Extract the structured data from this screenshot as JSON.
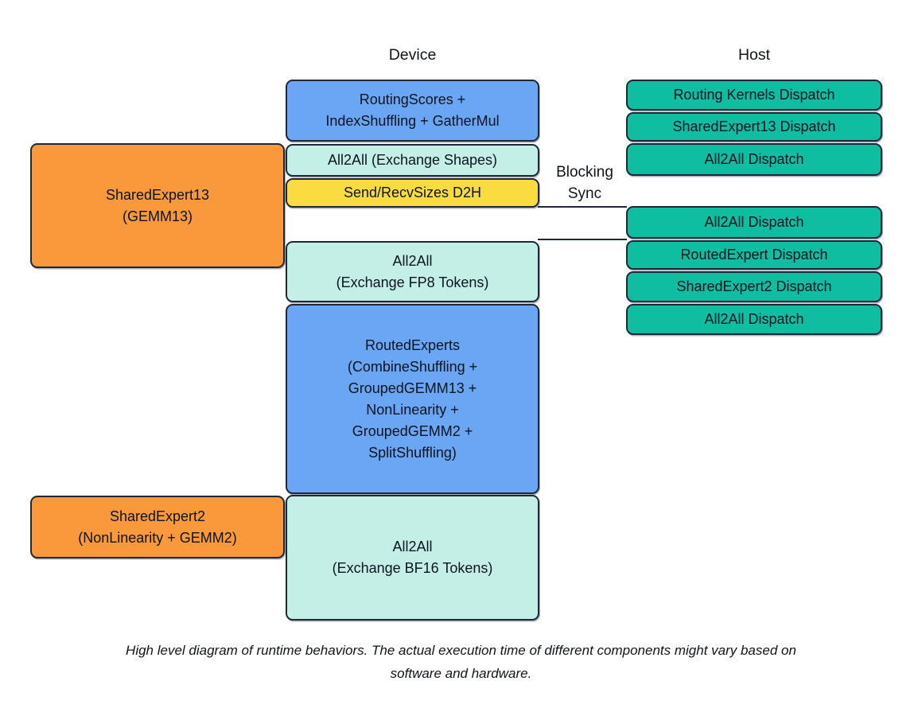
{
  "columns": {
    "device_label": "Device",
    "host_label": "Host"
  },
  "left_boxes": [
    {
      "label": "SharedExpert13\n(GEMM13)",
      "color": "#F9993B"
    },
    {
      "label": "SharedExpert2\n(NonLinearity + GEMM2)",
      "color": "#F9993B"
    }
  ],
  "device_boxes": [
    {
      "label": "RoutingScores +\nIndexShuffling + GatherMul",
      "color": "#6BA6F5"
    },
    {
      "label": "All2All (Exchange Shapes)",
      "color": "#C3EFE7"
    },
    {
      "label": "Send/RecvSizes D2H",
      "color": "#FBDC40"
    },
    {
      "label": "All2All\n(Exchange FP8 Tokens)",
      "color": "#C3EFE7"
    },
    {
      "label": "RoutedExperts\n(CombineShuffling +\nGroupedGEMM13 +\nNonLinearity +\nGroupedGEMM2 +\nSplitShuffling)",
      "color": "#6BA6F5"
    },
    {
      "label": "All2All\n(Exchange BF16 Tokens)",
      "color": "#C3EFE7"
    }
  ],
  "host_boxes": [
    {
      "label": "Routing Kernels Dispatch",
      "color": "#0FBDA1"
    },
    {
      "label": "SharedExpert13 Dispatch",
      "color": "#0FBDA1"
    },
    {
      "label": "All2All Dispatch",
      "color": "#0FBDA1"
    },
    {
      "label": "All2All Dispatch",
      "color": "#0FBDA1"
    },
    {
      "label": "RoutedExpert Dispatch",
      "color": "#0FBDA1"
    },
    {
      "label": "SharedExpert2 Dispatch",
      "color": "#0FBDA1"
    },
    {
      "label": "All2All Dispatch",
      "color": "#0FBDA1"
    }
  ],
  "annotations": {
    "blocking_sync": "Blocking Sync"
  },
  "caption": {
    "text": "High level diagram of runtime behaviors. The actual execution time of different components might vary based on\nsoftware and hardware."
  },
  "colors": {
    "blue": "#6BA6F5",
    "teal_light": "#C3EFE7",
    "yellow": "#FBDC40",
    "orange": "#F9993B",
    "green": "#0FBDA1",
    "border": "#1e2836",
    "background": "#ffffff"
  }
}
